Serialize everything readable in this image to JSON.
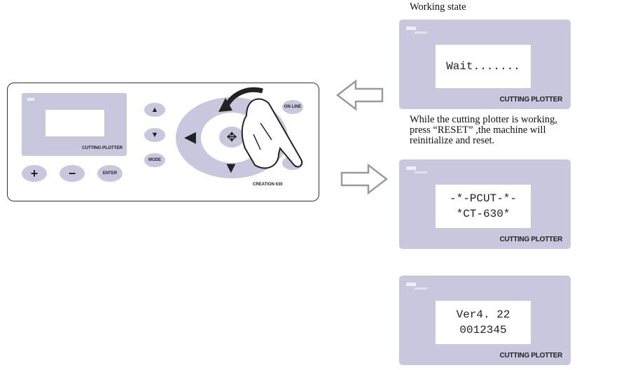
{
  "panel": {
    "brand": "CUTTING PLOTTER",
    "buttons": {
      "up": "▲",
      "down": "▼",
      "mode": "MODE",
      "online": "ON LINE",
      "plus": "+",
      "minus": "−",
      "enter": "ENTER",
      "left": "◀",
      "center": "✥",
      "downpad": "▼"
    },
    "model_label": "CREATION 630"
  },
  "captions": {
    "working_state": "Working state",
    "reset_note": [
      "While the cutting plotter is working,",
      "press “RESET” ,the machine will",
      "reinitialize and reset."
    ]
  },
  "screens": [
    {
      "lines": [
        "Wait......."
      ],
      "brand": "CUTTING PLOTTER"
    },
    {
      "lines": [
        "-*-PCUT-*-",
        "*CT-630*"
      ],
      "brand": "CUTTING PLOTTER"
    },
    {
      "lines": [
        "Ver4. 22",
        "0012345"
      ],
      "brand": "CUTTING PLOTTER"
    }
  ],
  "colors": {
    "device_body": "#c8c7dd",
    "arrow": "#9a9a9a"
  },
  "icons": {
    "hand": "pointing-hand-icon",
    "rotate": "curved-arrow-icon",
    "arrow_left": "left-arrow-icon",
    "arrow_right": "right-arrow-icon"
  }
}
